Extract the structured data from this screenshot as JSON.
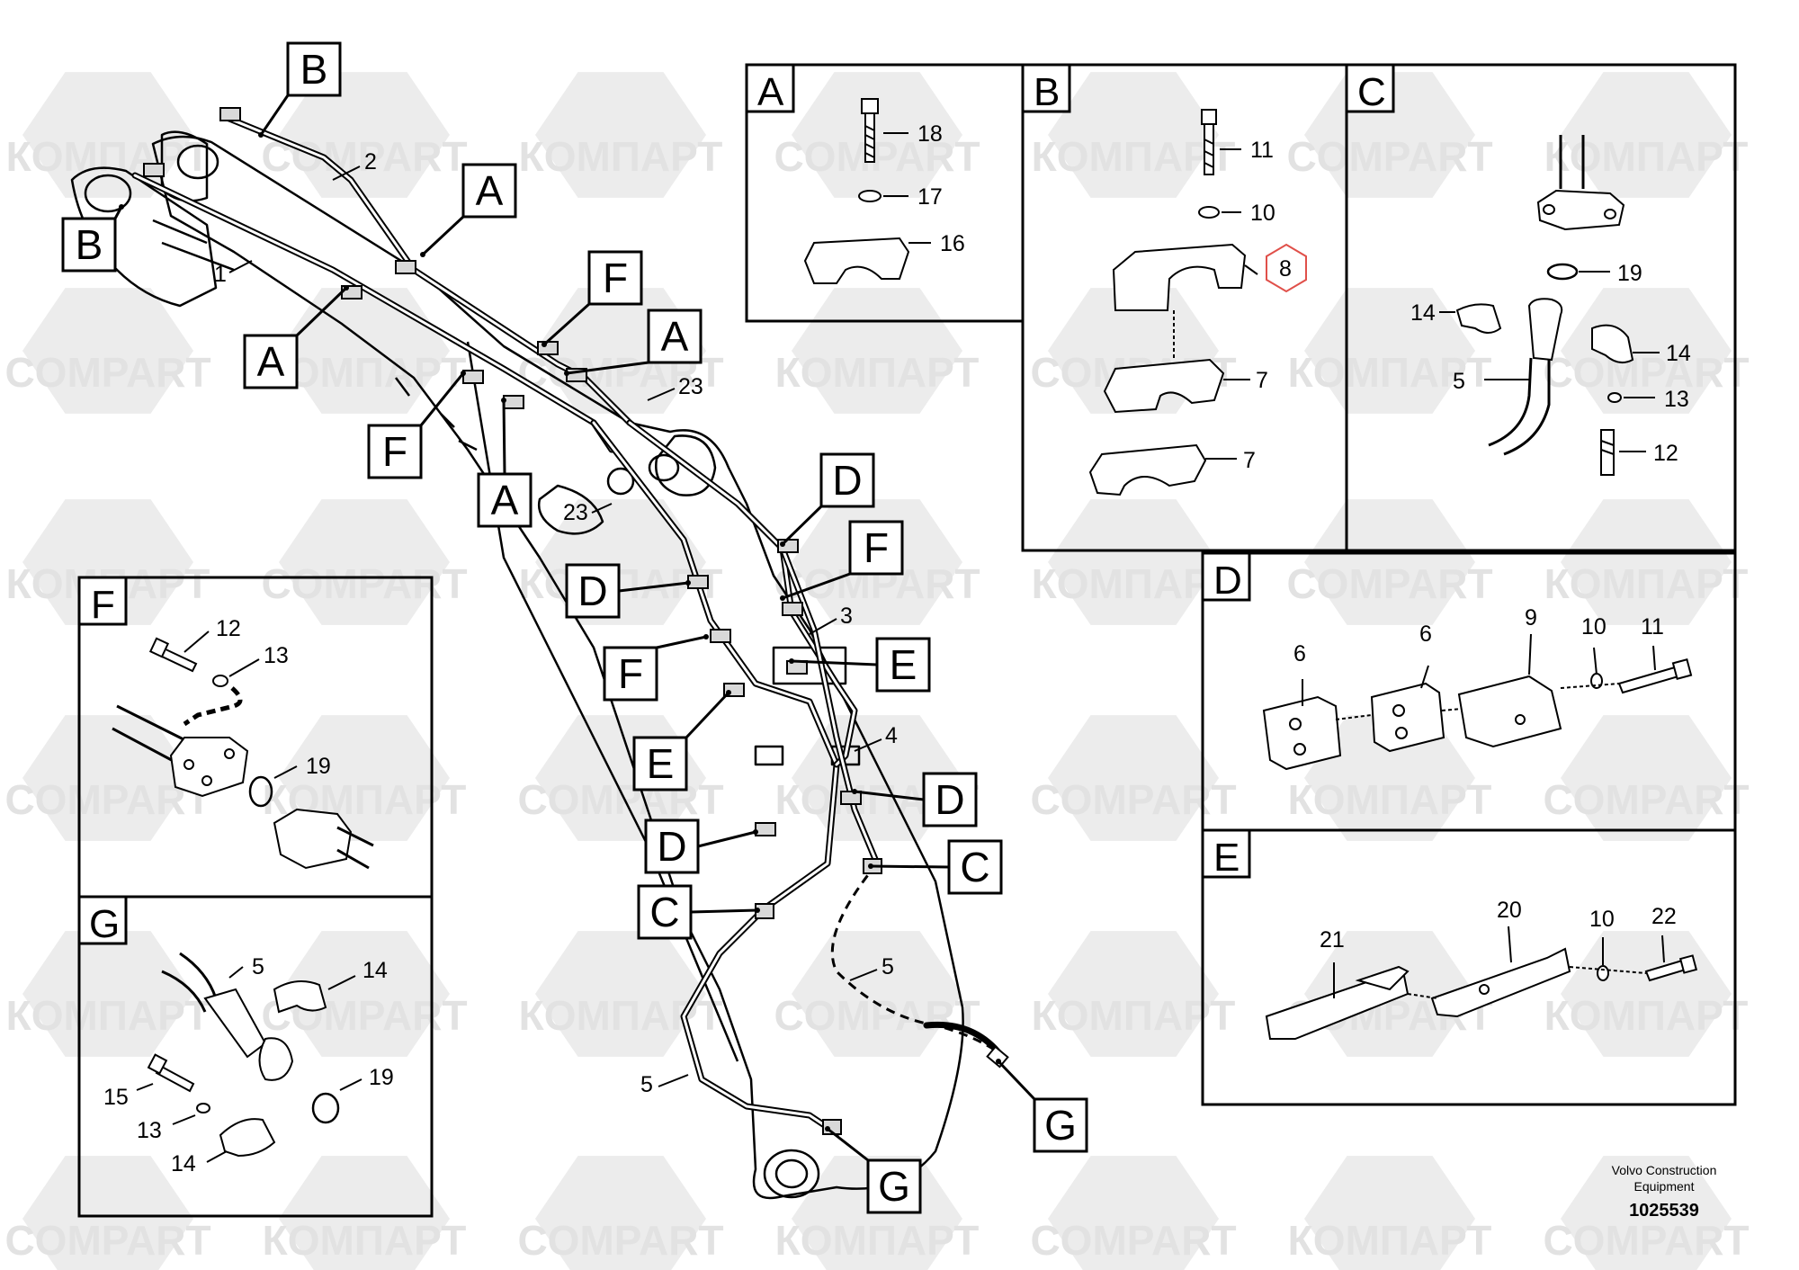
{
  "watermark": {
    "text_latin": "COMPART",
    "text_cyrillic": "КОМПАРТ"
  },
  "maker": {
    "line1": "Volvo Construction",
    "line2": "Equipment"
  },
  "document_number": "1025539",
  "callouts": {
    "B_top": "B",
    "B_left": "B",
    "A_1": "A",
    "A_2": "A",
    "A_3": "A",
    "A_4": "A",
    "F_1": "F",
    "F_2": "F",
    "F_3": "F",
    "F_4": "F",
    "D_1": "D",
    "D_2": "D",
    "D_3": "D",
    "D_4": "D",
    "E_1": "E",
    "E_2": "E",
    "C_1": "C",
    "C_2": "C",
    "G_1": "G",
    "G_2": "G"
  },
  "main_labels": {
    "n2": "2",
    "n1": "1",
    "n23a": "23",
    "n23b": "23",
    "n3": "3",
    "n4": "4",
    "n5a": "5",
    "n5b": "5"
  },
  "panels": {
    "A": {
      "letter": "A",
      "parts": [
        "18",
        "17",
        "16"
      ]
    },
    "B": {
      "letter": "B",
      "parts": [
        "11",
        "10",
        "8",
        "7",
        "7"
      ],
      "highlighted": "8",
      "highlight_color": "#e0504a"
    },
    "C": {
      "letter": "C",
      "parts": [
        "19",
        "14",
        "14",
        "5",
        "13",
        "12"
      ]
    },
    "D": {
      "letter": "D",
      "parts": [
        "6",
        "6",
        "9",
        "10",
        "11"
      ]
    },
    "E": {
      "letter": "E",
      "parts": [
        "21",
        "20",
        "10",
        "22"
      ]
    },
    "F": {
      "letter": "F",
      "parts": [
        "12",
        "13",
        "19"
      ]
    },
    "G": {
      "letter": "G",
      "parts": [
        "5",
        "14",
        "15",
        "19",
        "13",
        "14"
      ]
    }
  }
}
